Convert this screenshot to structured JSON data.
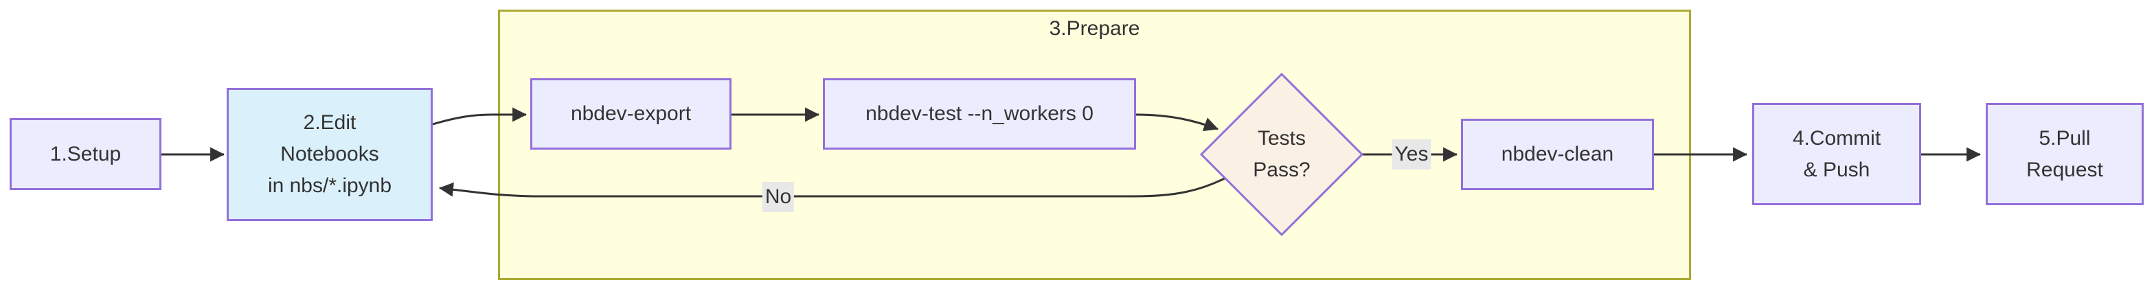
{
  "diagram": {
    "cluster": {
      "label": "3.Prepare"
    },
    "nodes": {
      "setup": {
        "label": "1.Setup"
      },
      "edit": {
        "lines": [
          "2.Edit",
          "Notebooks",
          "in nbs/*.ipynb"
        ]
      },
      "export": {
        "label": "nbdev-export"
      },
      "test": {
        "label": "nbdev-test --n_workers 0"
      },
      "decision": {
        "lines": [
          "Tests",
          "Pass?"
        ]
      },
      "clean": {
        "label": "nbdev-clean"
      },
      "commit": {
        "lines": [
          "4.Commit",
          "& Push"
        ]
      },
      "pull": {
        "lines": [
          "5.Pull",
          "Request"
        ]
      }
    },
    "edge_labels": {
      "yes": "Yes",
      "no": "No"
    },
    "colors": {
      "node_fill": "#ECECFF",
      "node_border": "#9370DB",
      "edit_node_fill": "#DAF0FA",
      "decision_fill": "#FAF0E4",
      "cluster_fill": "#FFFFDE",
      "cluster_border": "#AAAA33",
      "edge_stroke": "#333333",
      "text": "#333333",
      "edge_label_bg": "#E8E8E8",
      "background": "#FFFFFF"
    }
  }
}
